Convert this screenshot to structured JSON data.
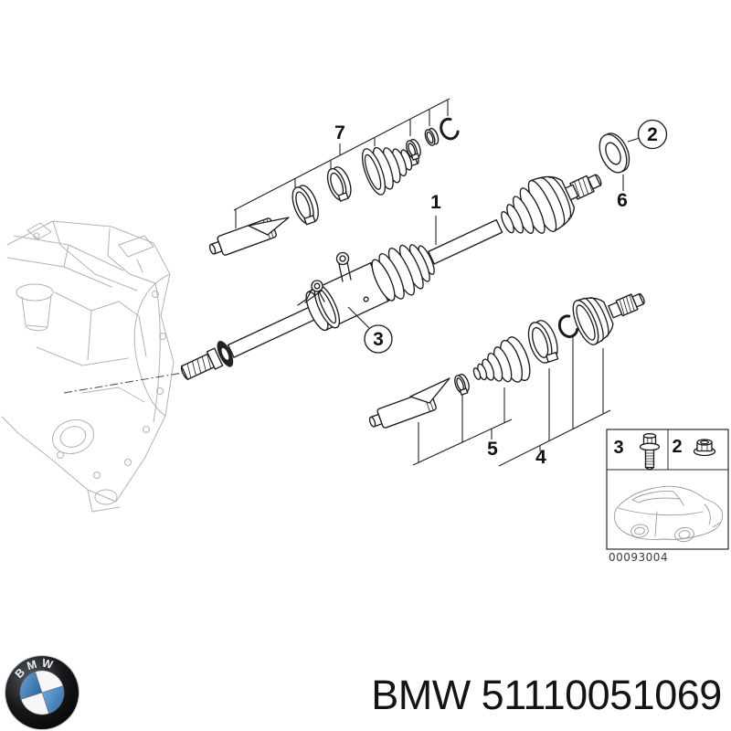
{
  "diagram": {
    "callouts": [
      {
        "label": "1",
        "circled": false
      },
      {
        "label": "2",
        "circled": true
      },
      {
        "label": "3",
        "circled": true
      },
      {
        "label": "4",
        "circled": false
      },
      {
        "label": "5",
        "circled": false
      },
      {
        "label": "6",
        "circled": false
      },
      {
        "label": "7",
        "circled": false
      }
    ],
    "inset": {
      "bolt_label": "3",
      "nut_label": "2",
      "bolt_icon": "hex-flange-bolt-icon",
      "nut_icon": "flange-nut-icon",
      "car_icon": "car-silhouette-icon",
      "image_code": "00093004"
    }
  },
  "footer": {
    "logo_letters": "BMW",
    "part_title": "BMW 51110051069"
  },
  "colors": {
    "background": "#ffffff",
    "line": "#1c1c1c",
    "ghost_line": "#b3b3b3",
    "bmw_blue": "#3e7fc4",
    "text": "#141414"
  }
}
